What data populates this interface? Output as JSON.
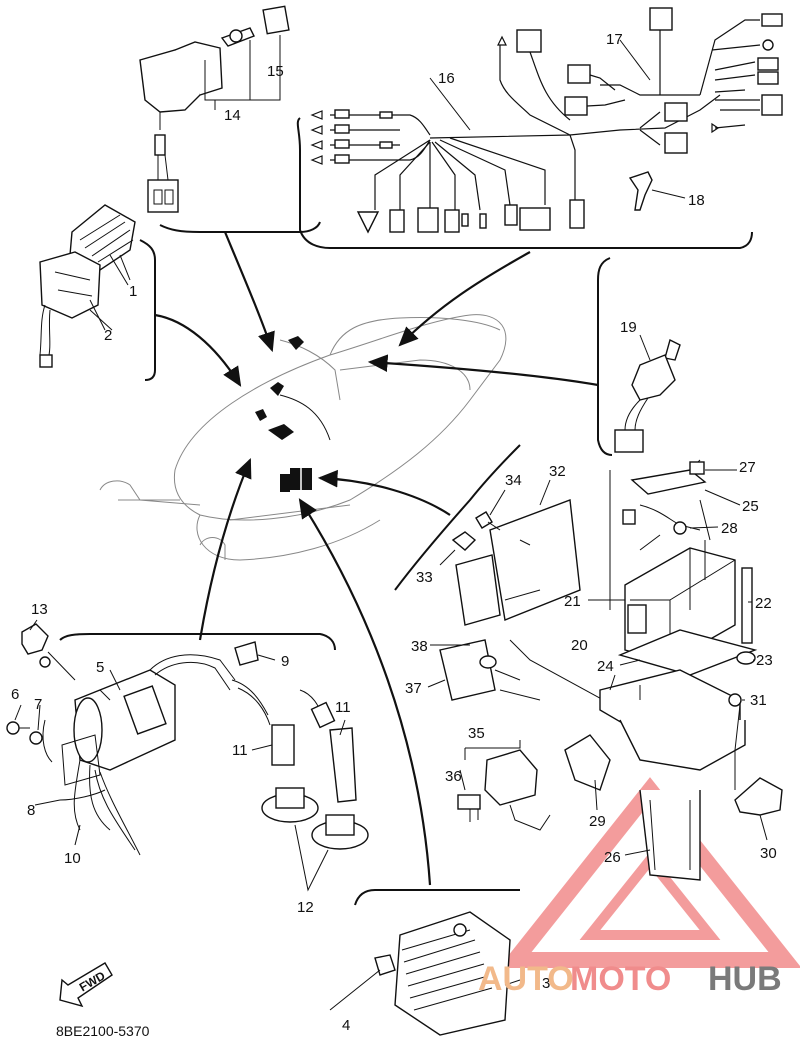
{
  "diagram": {
    "part_labels": [
      "1",
      "2",
      "3",
      "4",
      "5",
      "6",
      "7",
      "8",
      "9",
      "10",
      "11",
      "11",
      "12",
      "13",
      "14",
      "15",
      "16",
      "17",
      "18",
      "19",
      "20",
      "21",
      "22",
      "23",
      "24",
      "25",
      "26",
      "27",
      "28",
      "29",
      "30",
      "31",
      "32",
      "33",
      "34",
      "35",
      "36",
      "37",
      "38"
    ],
    "drawing_code": "8BE2100-5370",
    "fwd_label": "FWD"
  },
  "watermark": {
    "part1": "AUTO",
    "part2": "MOTO",
    "part3": "HUB",
    "colors": {
      "auto": "#f2b98a",
      "moto": "#f08c8c",
      "hub": "#7a7a7a",
      "triangle": "#ef7b7b"
    }
  }
}
